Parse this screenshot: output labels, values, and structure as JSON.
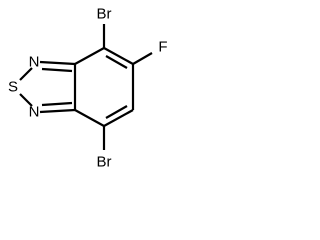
{
  "molecule": {
    "atoms": {
      "br_top": "Br",
      "br_bottom": "Br",
      "fluorine": "F",
      "nitrogen_top": "N",
      "nitrogen_bottom": "N",
      "sulfur": "S"
    }
  },
  "colors": {
    "bond": "#000000",
    "background": "#ffffff"
  }
}
